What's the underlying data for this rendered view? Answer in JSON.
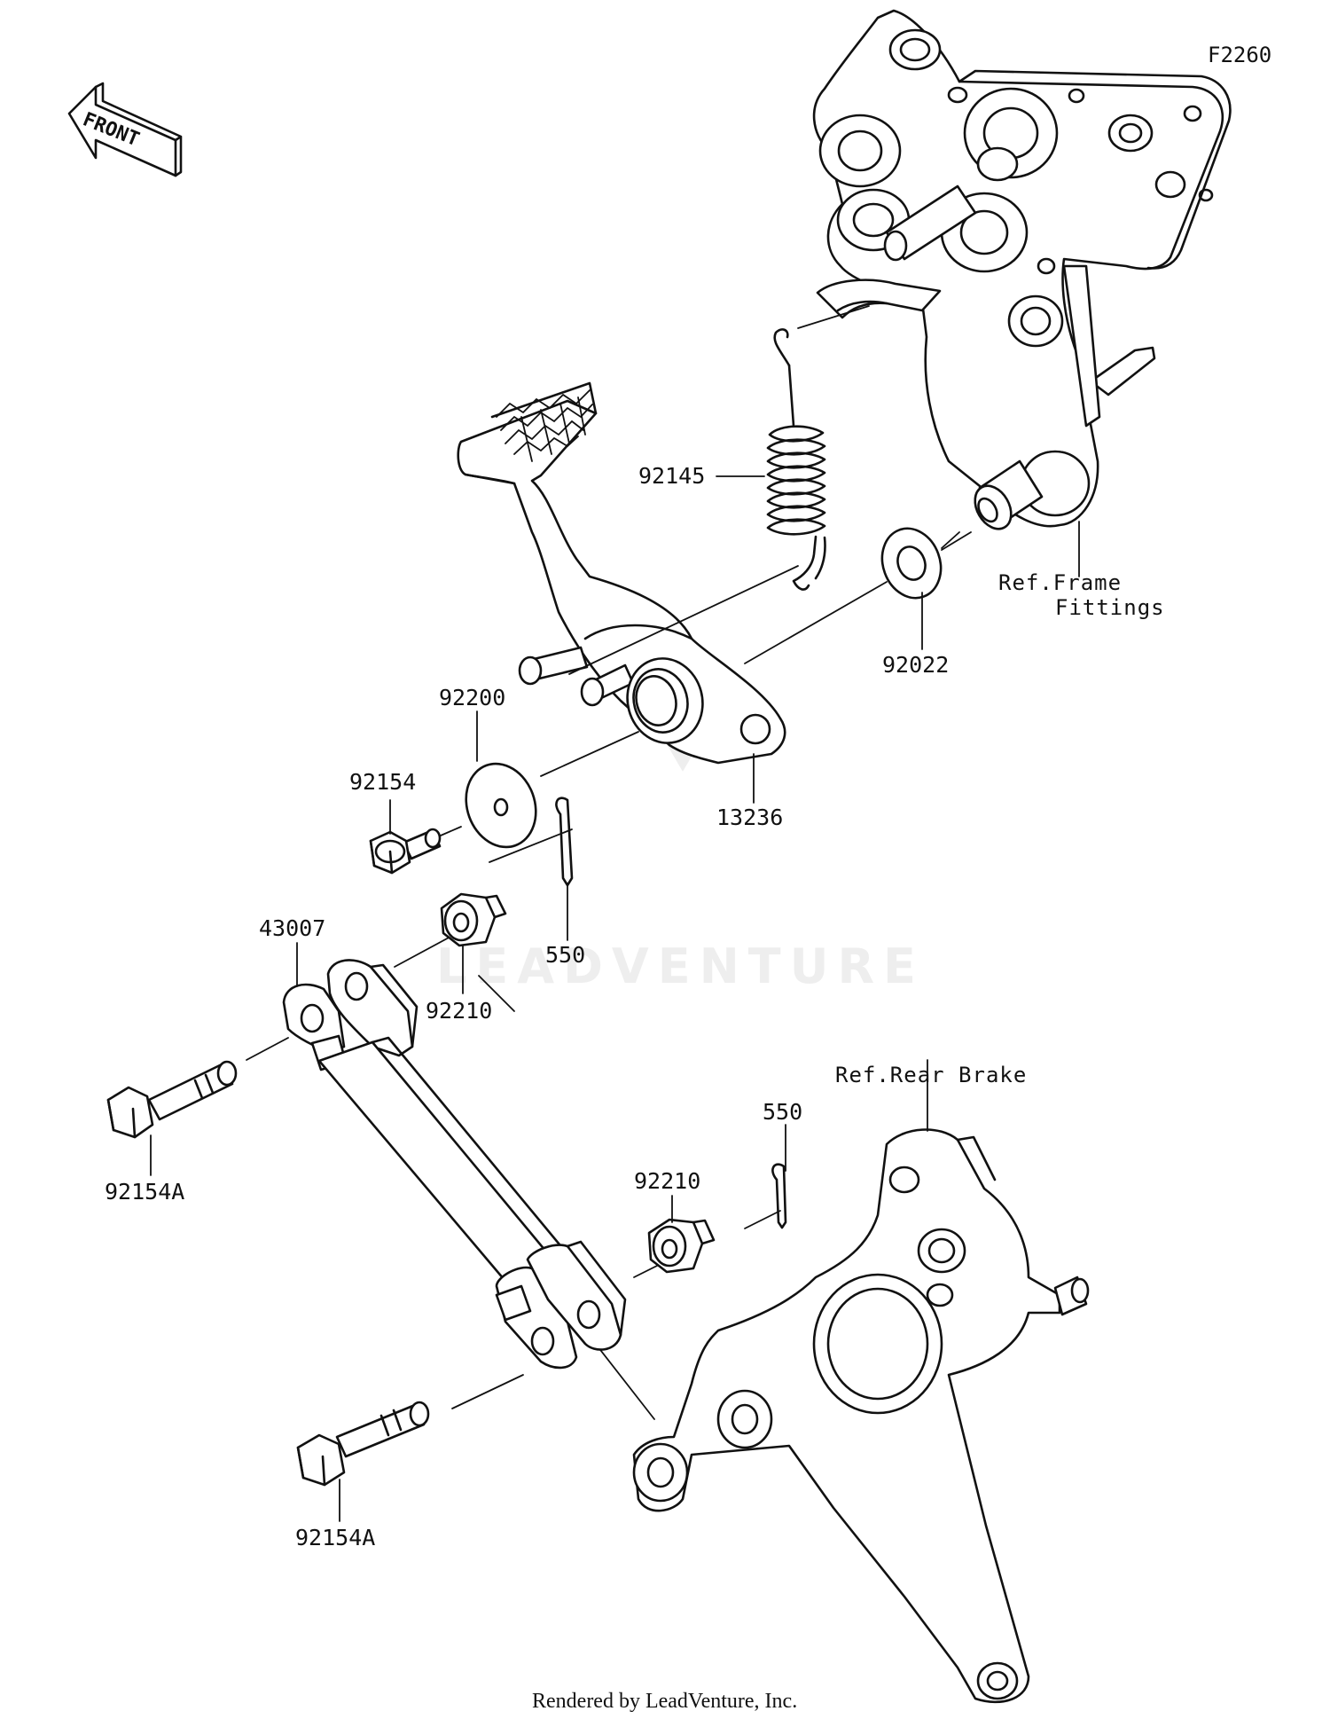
{
  "diagram": {
    "code": "F2260",
    "front_label": "FRONT",
    "footer": "Rendered by LeadVenture, Inc.",
    "watermark": "LEADVENTURE",
    "callouts": [
      {
        "id": "92145",
        "text": "92145"
      },
      {
        "id": "92022",
        "text": "92022"
      },
      {
        "id": "92200",
        "text": "92200"
      },
      {
        "id": "92154",
        "text": "92154"
      },
      {
        "id": "13236",
        "text": "13236"
      },
      {
        "id": "43007",
        "text": "43007"
      },
      {
        "id": "550a",
        "text": "550"
      },
      {
        "id": "92210a",
        "text": "92210"
      },
      {
        "id": "92154Aa",
        "text": "92154A"
      },
      {
        "id": "550b",
        "text": "550"
      },
      {
        "id": "92210b",
        "text": "92210"
      },
      {
        "id": "92154Ab",
        "text": "92154A"
      }
    ],
    "references": {
      "frame_line1": "Ref.Frame",
      "frame_line2": "Fittings",
      "rear_brake": "Ref.Rear Brake"
    }
  }
}
